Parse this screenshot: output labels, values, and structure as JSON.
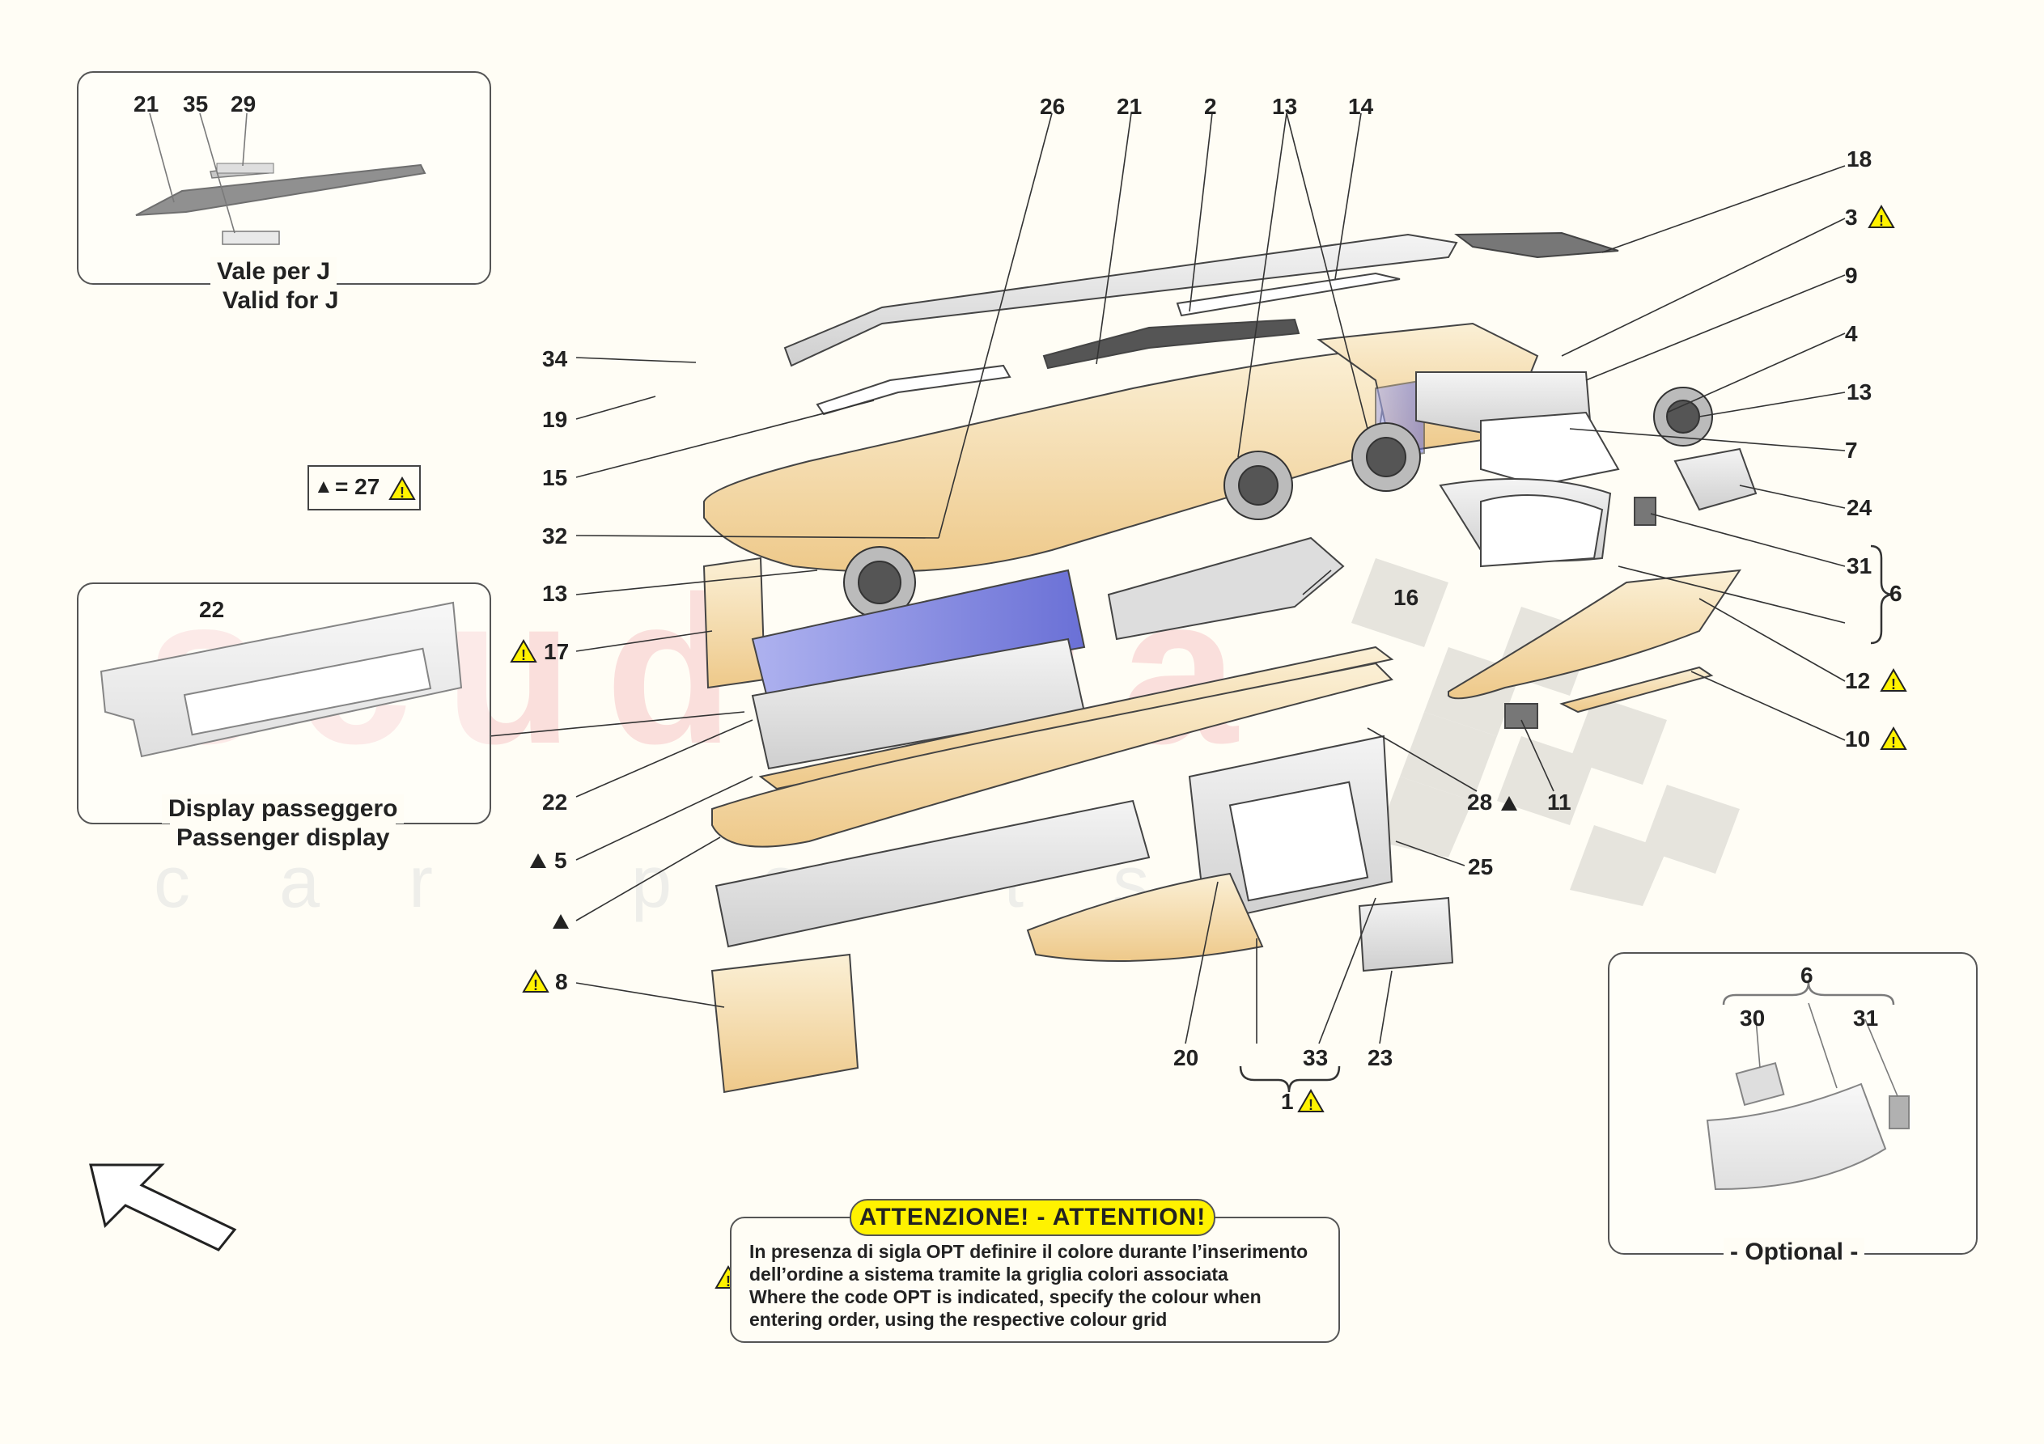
{
  "callouts": {
    "c21a": "21",
    "c35": "35",
    "c29": "29",
    "c26": "26",
    "c21b": "21",
    "c2": "2",
    "c13a": "13",
    "c14": "14",
    "c18": "18",
    "c3": "3",
    "c9": "9",
    "c4": "4",
    "c13b": "13",
    "c7": "7",
    "c24": "24",
    "c31a": "31",
    "c6a": "6",
    "c12": "12",
    "c10": "10",
    "c11": "11",
    "c28": "28",
    "c25": "25",
    "c34": "34",
    "c19": "19",
    "c15": "15",
    "c32": "32",
    "c13c": "13",
    "c17": "17",
    "c16": "16",
    "c22a": "22",
    "c22b": "22",
    "c5": "5",
    "c8": "8",
    "c20": "20",
    "c33": "33",
    "c23": "23",
    "c1": "1",
    "c6b": "6",
    "c30": "30",
    "c31b": "31"
  },
  "legend": {
    "equals": "= 27"
  },
  "insets": {
    "japan": {
      "line1": "Vale per J",
      "line2": "Valid for J"
    },
    "passenger": {
      "line1": "Display passeggero",
      "line2": "Passenger display"
    },
    "optional": {
      "label": "- Optional -"
    }
  },
  "attention": {
    "title": "ATTENZIONE! - ATTENTION!",
    "lines": [
      "In presenza di sigla OPT definire il colore durante l’inserimento",
      "dell’ordine a sistema tramite la griglia colori associata",
      "Where the code OPT is indicated, specify the colour when",
      "entering order, using the respective colour grid"
    ]
  },
  "watermark": {
    "main": "scuderia",
    "sub": "car parts"
  },
  "colors": {
    "warning_yellow": "#fff200",
    "part_beige": "#f3d9a6",
    "part_blue": "#7a7fe0",
    "part_grey": "#e6e6e6",
    "line": "#333333"
  }
}
